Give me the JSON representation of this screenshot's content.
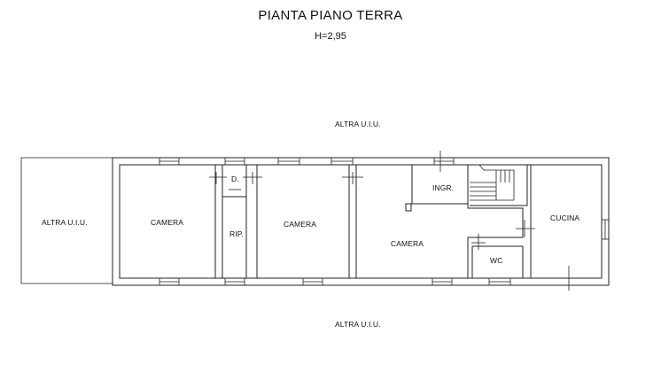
{
  "header": {
    "title": "PIANTA PIANO TERRA",
    "subtitle": "H=2,95"
  },
  "surroundings": {
    "top": "ALTRA U.I.U.",
    "left": "ALTRA U.I.U.",
    "bottom": "ALTRA U.I.U."
  },
  "rooms": {
    "camera_1": "CAMERA",
    "d": "D.",
    "rip": "RIP.",
    "camera_2": "CAMERA",
    "ingr": "INGR.",
    "camera_3": "CAMERA",
    "wc": "WC",
    "cucina": "CUCINA"
  }
}
